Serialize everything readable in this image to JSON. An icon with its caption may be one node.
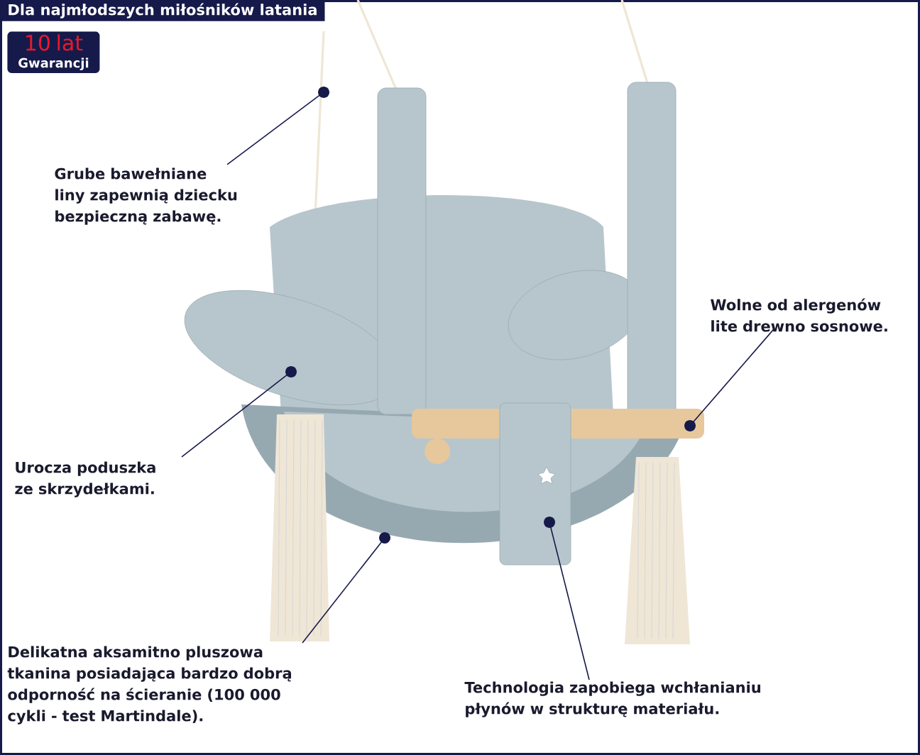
{
  "diagram": {
    "nodes": [
      {
        "text": [
          "Dla najmłodszych miłośników latania"
        ]
      },
      {
        "text": [
          "10 lat",
          "Gwarancji"
        ]
      },
      {
        "text": [
          "Grube bawełniane liny zapewnią dziecku bezpieczną zabawę."
        ]
      },
      {
        "text": [
          "Wolne od alergenów lite drewno sosnowe."
        ]
      },
      {
        "text": [
          "Urocza poduszka ze skrzydełkami."
        ]
      },
      {
        "text": [
          "Delikatna aksamitno pluszowa tkanina posiadająca bardzo dobrą odporność na ścieranie (100 000 cykli - test Martindale)."
        ]
      },
      {
        "text": [
          "Technologia zapobiega wchłanianiu płynów w strukturę materiału."
        ]
      }
    ],
    "edges": [
      {
        "from": 2,
        "to": null,
        "arrow": "other"
      },
      {
        "from": 3,
        "to": null,
        "arrow": "other"
      },
      {
        "from": 4,
        "to": null,
        "arrow": "other"
      },
      {
        "from": 5,
        "to": null,
        "arrow": "other"
      },
      {
        "from": 6,
        "to": null,
        "arrow": "other"
      }
    ]
  }
}
